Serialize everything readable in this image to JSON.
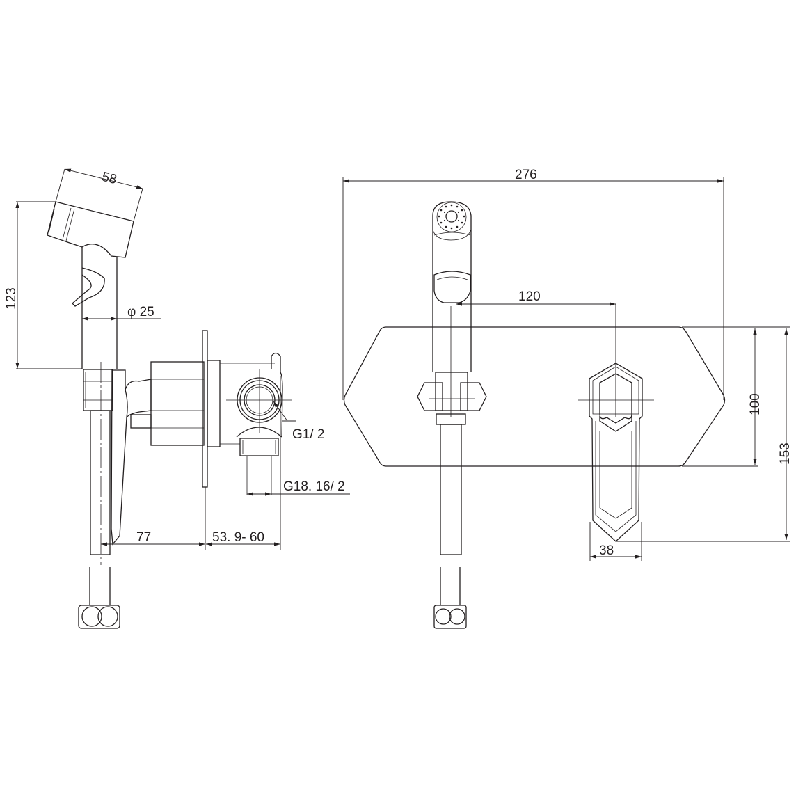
{
  "drawing": {
    "side_view": {
      "dimensions": {
        "head_length": "58",
        "height": "123",
        "diameter": "φ 25",
        "inlet_thread": "G1/ 2",
        "outlet_thread": "G18. 16/ 2",
        "projection": "77",
        "wall_depth": "53. 9- 60"
      }
    },
    "front_view": {
      "dimensions": {
        "overall_width": "276",
        "center_distance": "120",
        "plate_height": "100",
        "total_height": "153",
        "handle_width": "38"
      }
    },
    "line_color": "#231f20"
  }
}
